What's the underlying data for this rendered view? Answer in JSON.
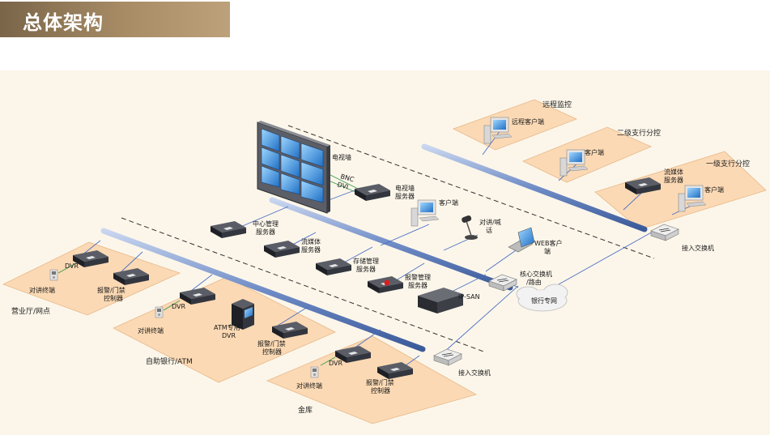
{
  "title": "总体架构",
  "zones": {
    "remote": "远程监控",
    "level2": "二级支行分控",
    "level1": "一级支行分控",
    "hall": "营业厅/网点",
    "atm": "自助银行/ATM",
    "vault": "金库"
  },
  "devices": {
    "tv_wall": "电视墙",
    "bnc": "BNC",
    "dvi": "DVI",
    "tv_server_1": "电视墙",
    "tv_server_2": "服务器",
    "center_mgmt_1": "中心管理",
    "center_mgmt_2": "服务器",
    "stream_1": "流媒体",
    "stream_2": "服务器",
    "storage_1": "存储管理",
    "storage_2": "服务器",
    "alarm_mgmt_1": "报警管理",
    "alarm_mgmt_2": "服务器",
    "ipsan": "IP-SAN",
    "client_center": "客户端",
    "intercom_center_1": "对讲/喊",
    "intercom_center_2": "话",
    "web_client_1": "WEB客户",
    "web_client_2": "端",
    "core_switch_1": "核心交换机",
    "core_switch_2": "/路由",
    "bank_net": "银行专网",
    "access_switch_top": "接入交换机",
    "access_switch_bottom": "接入交换机",
    "remote_client": "远程客户端",
    "l2_client": "客户端",
    "l1_stream_1": "流媒体",
    "l1_stream_2": "服务器",
    "l1_client": "客户端",
    "hall_dvr": "DVR",
    "hall_intercom": "对讲终端",
    "hall_alarm_1": "报警/门禁",
    "hall_alarm_2": "控制器",
    "atm_dvr": "DVR",
    "atm_intercom": "对讲终端",
    "atm_special_1": "ATM专用",
    "atm_special_2": "DVR",
    "atm_alarm_1": "报警/门禁",
    "atm_alarm_2": "控制器",
    "vault_dvr": "DVR",
    "vault_intercom": "对讲终端",
    "vault_alarm_1": "报警/门禁",
    "vault_alarm_2": "控制器"
  },
  "colors": {
    "band": "#a88c66",
    "zone_fill": "#fbd9b4",
    "pipe": "#7d97c9",
    "link": "#4b6fc4",
    "device": "#2b2d33"
  }
}
